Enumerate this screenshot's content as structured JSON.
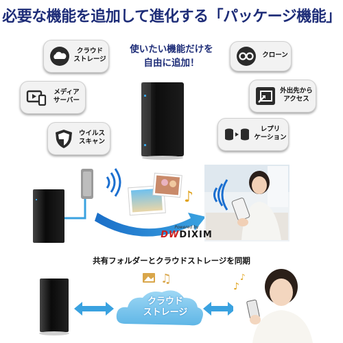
{
  "headline": "必要な機能を追加して進化する「パッケージ機能」",
  "subhead_line1": "使いたい機能だけを",
  "subhead_line2": "自由に追加！",
  "features": {
    "cloud": {
      "line1": "クラウド",
      "line2": "ストレージ",
      "icon": "cloud-icon"
    },
    "media": {
      "line1": "メディア",
      "line2": "サーバー",
      "icon": "media-player-icon"
    },
    "virus": {
      "line1": "ウイルス",
      "line2": "スキャン",
      "icon": "shield-icon"
    },
    "clone": {
      "line1": "クローン",
      "icon": "clone-icon"
    },
    "remote": {
      "line1": "外出先から",
      "line2": "アクセス",
      "icon": "remote-access-icon"
    },
    "replication": {
      "line1": "レプリ",
      "line2": "ケーション",
      "icon": "replication-icon"
    }
  },
  "brand": {
    "powered": "Powered by",
    "logo_mark": "DW",
    "logo_text": "DIXIM"
  },
  "sync_caption": "共有フォルダーとクラウドストレージを同期",
  "cloud_bubble": {
    "line1": "クラウド",
    "line2": "ストレージ"
  },
  "colors": {
    "headline": "#1e2d78",
    "accent_blue": "#1b6fd0",
    "arrow_blue": "#3aa2e0",
    "cloud_text": "#ffffff"
  }
}
